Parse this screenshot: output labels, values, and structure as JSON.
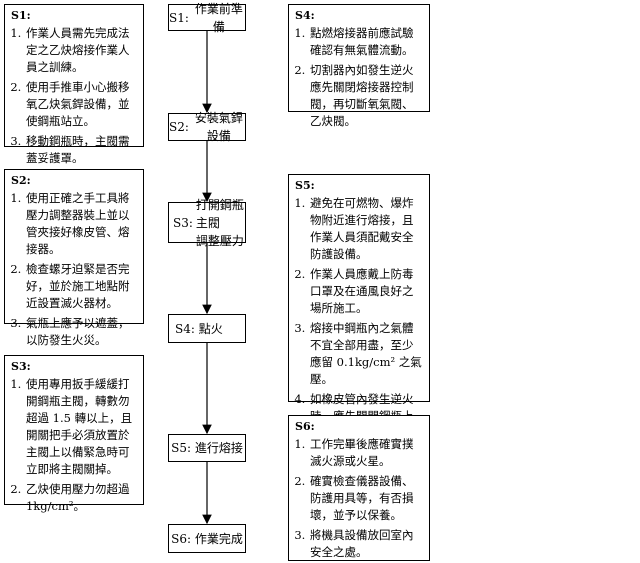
{
  "steps": [
    {
      "label": "S1:",
      "text": "作業前準備"
    },
    {
      "label": "S2:",
      "text": "安裝氣銲設備"
    },
    {
      "label": "S3:",
      "text": "打開鋼瓶主閥\n調整壓力"
    },
    {
      "label": "S4:",
      "text": "點火"
    },
    {
      "label": "S5:",
      "text": "進行熔接"
    },
    {
      "label": "S6:",
      "text": "作業完成"
    }
  ],
  "notes": {
    "left": [
      {
        "label": "S1:",
        "items": [
          "作業人員需先完成法定之乙炔熔接作業人員之訓練。",
          "使用手推車小心搬移氧乙炔氣銲設備，並使鋼瓶站立。",
          "移動鋼瓶時，主閥需蓋妥護罩。"
        ]
      },
      {
        "label": "S2:",
        "items": [
          "使用正確之手工具將壓力調整器裝上並以管夾接好橡皮管、熔接器。",
          "檢查螺牙迫緊是否完好，並於施工地點附近設置滅火器材。",
          "氣瓶上應予以遮蓋，以防發生火災。"
        ]
      },
      {
        "label": "S3:",
        "items": [
          "使用專用扳手緩緩打開鋼瓶主閥，轉數勿超過 1.5 轉以上，且開關把手必須放置於主閥上以備緊急時可立即將主閥關掉。",
          "乙炔使用壓力勿超過 1kg/cm²。"
        ]
      }
    ],
    "right": [
      {
        "label": "S4:",
        "items": [
          "點燃熔接器前應試驗確認有無氣體流動。",
          "切割器內如發生逆火應先關閉熔接器控制閥，再切斷氧氣閥、乙炔閥。"
        ]
      },
      {
        "label": "S5:",
        "items": [
          "避免在可燃物、爆炸物附近進行熔接，且作業人員須配戴安全防護設備。",
          "作業人員應戴上防毒口罩及在通風良好之場所施工。",
          "熔接中鋼瓶內之氣體不宜全部用盡，至少應留 0.1kg/cm² 之氣壓。",
          "如橡皮管內發生逆火時，應先關閉鋼瓶上之氧氣閥再關乙炔閥，勿以腳踏橡皮管。"
        ]
      },
      {
        "label": "S6:",
        "items": [
          "工作完畢後應確實撲滅火源或火星。",
          "確實檢查儀器設備、防護用具等，有否損壞，並予以保養。",
          "將機具設備放回室內安全之處。"
        ]
      }
    ]
  }
}
